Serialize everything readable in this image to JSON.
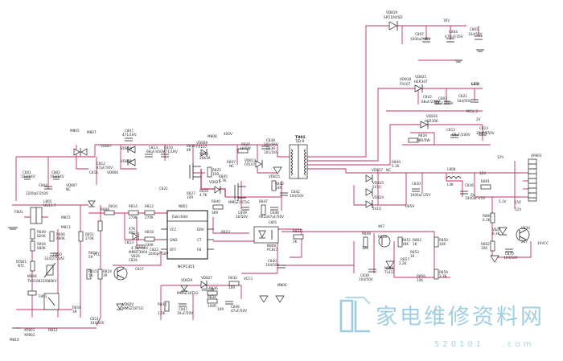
{
  "components": {
    "vd819": "VD819",
    "vd819_val": "SR5100/SD",
    "c807": "C807",
    "c807_val": "1000uF/35V",
    "c804": "C804",
    "c804_val": "470uF/35V",
    "c805": "C805",
    "c805_val": "104/50V",
    "v16": "16V",
    "vd818": "VD818",
    "vd818_val": "FR107",
    "vd825": "VD825",
    "vd825_val": "HER307",
    "c802": "C802",
    "c802_val": "68uF/200V",
    "c803": "C803",
    "c803_val": "68uF/200V",
    "c821": "C821",
    "c821_val": "104/50V",
    "led_label": "LED",
    "mcu_label": "MCU_5",
    "vd816": "VD816",
    "vd816_val": "HER306",
    "r816": "R816",
    "r816_val": "68R/5W",
    "c812": "C812",
    "c812_val": "68uF/200V",
    "c813": "C813",
    "c813_val": "33uF/250V",
    "v2": "2V",
    "m805": "M805",
    "m807": "M807",
    "c807b": "C807",
    "c807b_val": "471/1KV",
    "vd807": "VD807",
    "vd804": "VD804",
    "vd806": "VD806",
    "vd805": "VD805",
    "c813b": "C813",
    "c813b_val": "68uF/450V",
    "c810": "C810",
    "c810_val": "471/1KV",
    "vd808": "VD808",
    "vd808_val": "FR107",
    "r802": "R802",
    "m808": "M808",
    "v400": "400V",
    "r819": "R819",
    "r819_val": "8R",
    "v846": "V846",
    "v846_val": "2SK3A",
    "c801": "C801",
    "c801_val": "102/1KV",
    "c802b": "C802",
    "c802b_val": "102/1KV",
    "c812b": "C812",
    "c812b_val": "47pF/1KV",
    "r822": "R822",
    "r825": "R825",
    "r825_val": "10R",
    "r830": "R830",
    "r830_val": "1K/5W",
    "c838": "C838",
    "c838_val": "101/1KV",
    "t801": "T801",
    "t801_val": "TJD-8",
    "c839": "C839",
    "c839_val": "101/1KV",
    "r835": "R835",
    "r835_val": "1K",
    "vd815": "VD815",
    "r807": "R807",
    "r807_val": "NC",
    "vd813": "VD813",
    "vd813_val": "FR107",
    "r842": "R842",
    "r842_val": "10R",
    "c842": "C842",
    "c842_val": "104/50V",
    "c810b": "C810",
    "c804b": "C804",
    "c804b_val": "2200pF/250V",
    "l805": "L805",
    "l805_val": "UU15.7",
    "vd807b": "VD807",
    "vd807b_val": "NC",
    "r810": "R810",
    "r814": "R814",
    "r814_val": "270K",
    "r812": "R812",
    "r812_val": "270K",
    "r808": "R808",
    "c821b": "C821",
    "r827": "R827",
    "r827_val": "10R",
    "vd823": "VD823",
    "vd823_val": "MMSZ14T1G",
    "r828": "R828",
    "r828_val": "4.7K",
    "r840": "R840",
    "r840_val": "3K9",
    "r845": "R845",
    "r845_val": "4.7K",
    "r847": "R847",
    "r847_val": "0R33",
    "c849": "C849",
    "c849_val": "10/50V",
    "c848": "C848",
    "c848_val": "47uF/50V",
    "l801": "L801",
    "l801_val": "BH/VDC",
    "c830": "C830",
    "c830_val": "104/50V",
    "r823": "R823",
    "fb01": "FB01",
    "m815": "M815",
    "m813": "M813",
    "ic_brand": "Fairchild",
    "ic_part": "NCP1351",
    "ic_ref": "N801",
    "pin_vcc": "VCC",
    "pin_gnd": "GND",
    "pin_drv": "DRV",
    "pin_off": "OFF",
    "pin_fb": "FB",
    "pin_ct": "CT",
    "r809": "R809",
    "r809_val": "820K",
    "r804": "R804",
    "r804_val": "680K",
    "r811": "R811",
    "r811_val": "270K",
    "r806": "R806",
    "r806_val": "680K",
    "c820": "C820",
    "c820_val": "334/275VAC",
    "c826": "C826",
    "r813": "R813",
    "r813_val": "47K",
    "v826": "V826",
    "v826_val": "MMBT3904",
    "c823": "C823",
    "c823_val": "4.7uF/50V",
    "r818": "R818",
    "r818_val": "330K",
    "c822": "C822",
    "c822_val": "1000pF/50V",
    "c827": "C827",
    "c827_val": "104/50V",
    "vcc": "VCC",
    "rt801": "RT801",
    "rt801_val": "NTC",
    "mb04": "MB04",
    "mb04_val": "TVR10621/680KV",
    "r816b": "R816",
    "r816b_val": "5R",
    "r815": "R815",
    "r815_val": "1K",
    "vd820": "VD820",
    "vd820_val": "MMSZ18T1G",
    "r824": "R824",
    "r824_val": "3R",
    "c811": "C811",
    "c811_val": "104/50V",
    "f801": "F801",
    "xp801": "XP801",
    "xp802": "XP802",
    "m812": "M812",
    "m810": "M810",
    "vd829": "VD829",
    "vd827": "VD827",
    "vd827_val": "1N4148",
    "vd829_val": "MMSZ18T1G",
    "r832": "R832",
    "r832_val": "10R",
    "r833": "R833",
    "r833_val": "1.5K",
    "c847": "C847",
    "c847_val": "10uF/50V",
    "r836": "R836",
    "r836_val": "100R",
    "r834": "R834",
    "r834_val": "10R",
    "c846": "C846",
    "c846_val": "47uF/50V",
    "vcc1": "VCC1",
    "m806": "M806",
    "n806": "N806",
    "n806_val": "PC817",
    "r831": "R831",
    "r831_val": "1K",
    "c840": "C840",
    "c840_val": "104/50V",
    "r848": "R848",
    "r848_val": "10K",
    "r850": "R850",
    "r850_val": "10K",
    "r851": "R851",
    "r851_val": "39K",
    "r863": "R863",
    "r863_val": "1K",
    "r853": "R853",
    "r853_val": "1K",
    "r857": "R857",
    "r857_val": "2.2K",
    "n809": "N809",
    "n809_val": "TL431",
    "c839b": "C839",
    "c839b_val": "104/50V",
    "r858": "R858",
    "r858_val": "3.3K",
    "r856": "R856",
    "r856_val": "10K",
    "r855": "R855",
    "r855_val": "4K7",
    "vd817": "VD817",
    "vd817_val": "NC",
    "vd815b": "VD815",
    "vd815b_val": "5V10",
    "vd824": "VD824",
    "vd824_val": "5V10",
    "c830b": "C830",
    "c830_val2": "1000uF/25V",
    "r859": "R859",
    "r849": "R849",
    "r849_val": "5.1K",
    "l808": "L808",
    "l808_val": "L4K",
    "c836": "C836",
    "c836_val": "1000uF/25V",
    "r861": "R861",
    "xp803": "XP803",
    "v12": "12V",
    "v5stb": "5.1V",
    "vb21": "VB21",
    "vb21_val": "6.3K",
    "r860": "R860",
    "r860_val": "6.3K",
    "v830": "V830",
    "v830_val": "2K7",
    "r862": "R862",
    "r862_val": "10K",
    "c870": "C870",
    "c870_val": "104/50V",
    "v10vcc": "10VCC",
    "v5v": "5V",
    "l5v": "L5V",
    "vr5": "12V",
    "d12": "12V"
  },
  "watermark": {
    "chinese": "家电维修资料网",
    "number": "520101",
    "dot_com": ".com"
  }
}
